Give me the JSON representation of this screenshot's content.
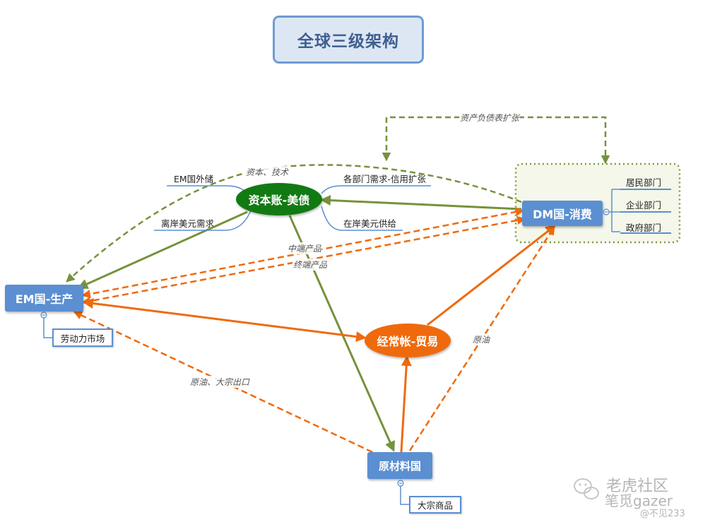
{
  "title": "全球三级架构",
  "nodes": {
    "capital_account": "资本账-美债",
    "em": "EM国-生产",
    "dm": "DM国-消费",
    "current_account": "经常帐-贸易",
    "raw_material": "原材料国"
  },
  "capital_leaves": {
    "em_reserves": "EM国外储",
    "offshore_usd_demand": "离岸美元需求",
    "sector_demand_credit": "各部门需求-信用扩张",
    "onshore_usd_supply": "在岸美元供给"
  },
  "dm_sectors": [
    "居民部门",
    "企业部门",
    "政府部门"
  ],
  "sub_boxes": {
    "labor_market": "劳动力市场",
    "bulk_commodities": "大宗商品"
  },
  "edge_labels": {
    "balance_sheet_expansion": "资产负债表扩张",
    "capital_tech": "资本、技术",
    "intermediate_products": "中端产品",
    "final_products": "终端产品",
    "crude_oil": "原油",
    "crude_bulk_export": "原油、大宗出口"
  },
  "colors": {
    "olive_green": "#76923c",
    "orange": "#ef6a0c",
    "node_blue": "#5b8fd1",
    "dark_green": "#127a12"
  },
  "watermark": {
    "line1": "老虎社区",
    "line2": "笔觅gazer",
    "line3": "@不见233",
    "icon": "wechat-icon"
  }
}
